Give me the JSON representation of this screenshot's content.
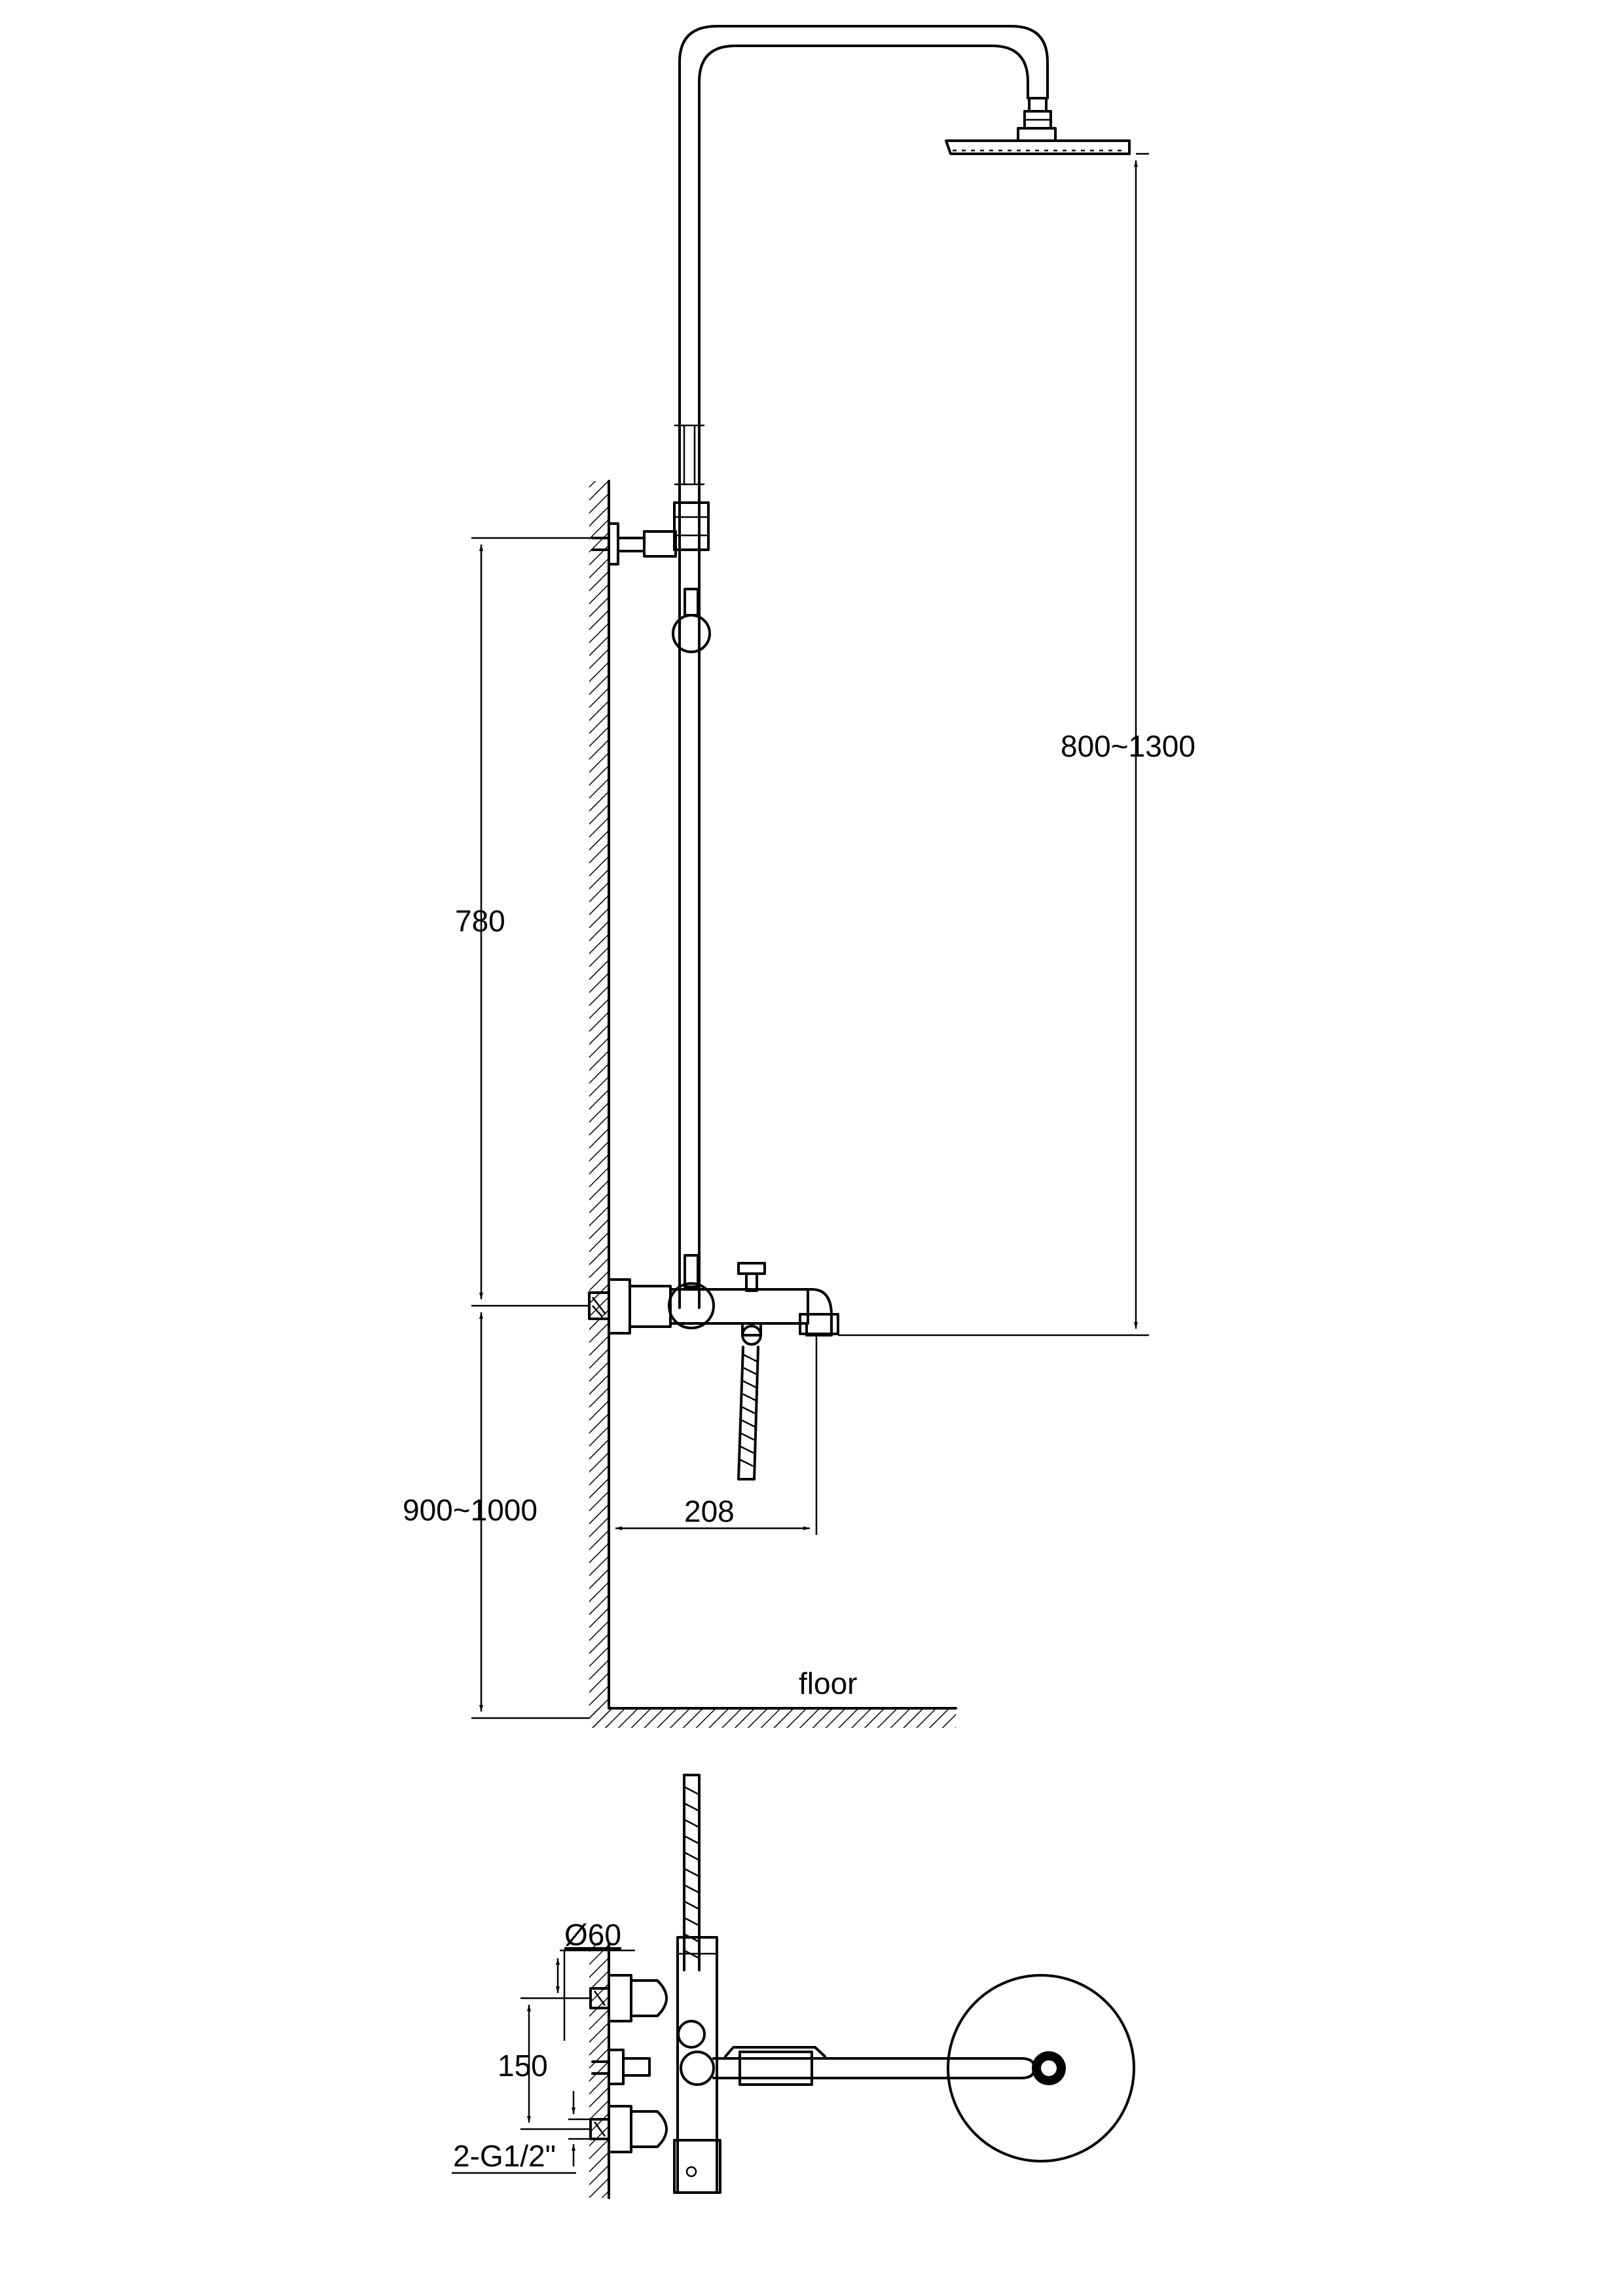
{
  "dimensions": {
    "head_height": "800~1300",
    "bracket_spacing": "780",
    "mixer_height": "900~1000",
    "spout_reach": "208",
    "floor_label": "floor",
    "escutcheon_diameter": "Ø60",
    "inlet_spacing": "150",
    "inlet_thread": "2-G1/2\""
  },
  "colors": {
    "line": "#000000",
    "background": "#ffffff"
  }
}
